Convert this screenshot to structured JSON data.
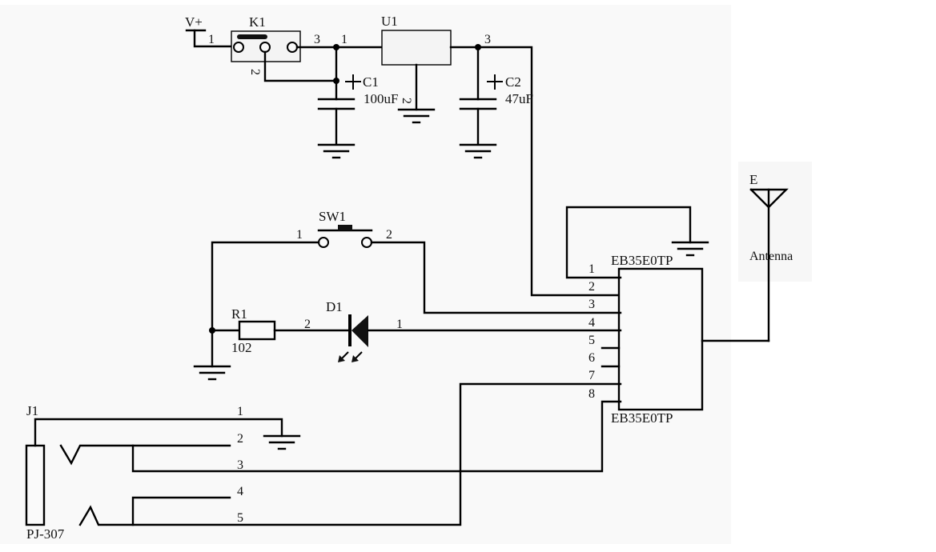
{
  "diagram": {
    "type": "electronic-schematic",
    "colors": {
      "panel": "#f9f9f9",
      "line": "#000000",
      "background": "#ffffff"
    },
    "power": {
      "label": "V+",
      "pin": "1"
    },
    "components": {
      "K1": {
        "ref": "K1",
        "pins": [
          "1",
          "2",
          "3"
        ],
        "type": "slide-switch"
      },
      "U1": {
        "ref": "U1",
        "pins": [
          "1",
          "2",
          "3"
        ],
        "type": "voltage-regulator"
      },
      "C1": {
        "ref": "C1",
        "value": "100uF",
        "type": "electrolytic-capacitor"
      },
      "C2": {
        "ref": "C2",
        "value": "47uF",
        "type": "electrolytic-capacitor"
      },
      "SW1": {
        "ref": "SW1",
        "pins": [
          "1",
          "2"
        ],
        "type": "push-button"
      },
      "R1": {
        "ref": "R1",
        "value": "102",
        "pins": [
          "2"
        ],
        "type": "resistor"
      },
      "D1": {
        "ref": "D1",
        "pins": [
          "1"
        ],
        "type": "led"
      },
      "module": {
        "ref_top": "EB35E0TP",
        "ref_bottom": "EB35E0TP",
        "pins": [
          "1",
          "2",
          "3",
          "4",
          "5",
          "6",
          "7",
          "8"
        ]
      },
      "antenna": {
        "ref": "E",
        "label": "Antenna"
      },
      "J1": {
        "ref": "J1",
        "value": "PJ-307",
        "pins": [
          "1",
          "2",
          "3",
          "4",
          "5"
        ],
        "type": "audio-jack"
      }
    }
  }
}
